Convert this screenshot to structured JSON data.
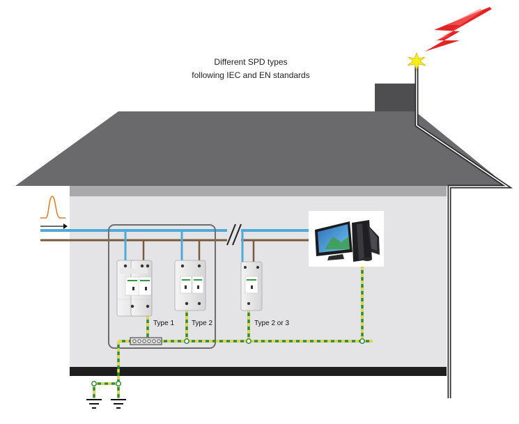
{
  "caption": {
    "line1": "Different SPD types",
    "line2": "following IEC and EN standards"
  },
  "labels": {
    "type1": "Type 1",
    "type2": "Type 2",
    "type23": "Type 2 or 3"
  },
  "icons": [
    "lightning-bolt-icon",
    "surge-pulse-icon",
    "computer-icon",
    "ground-symbol-icon"
  ],
  "colors": {
    "roof": "#6a6a6c",
    "chimney": "#4e4e50",
    "wall": "#e4e4e6",
    "ceiling_band": "#a9a9ab",
    "floor": "#1e1e1e",
    "phase_wire": "#4fa9d9",
    "neutral_wire": "#7a5a3c",
    "earth_wire_green": "#2e8b3a",
    "earth_wire_yellow": "#e6d84a",
    "lightning": "#e32424",
    "spark": "#f6ee1a"
  }
}
